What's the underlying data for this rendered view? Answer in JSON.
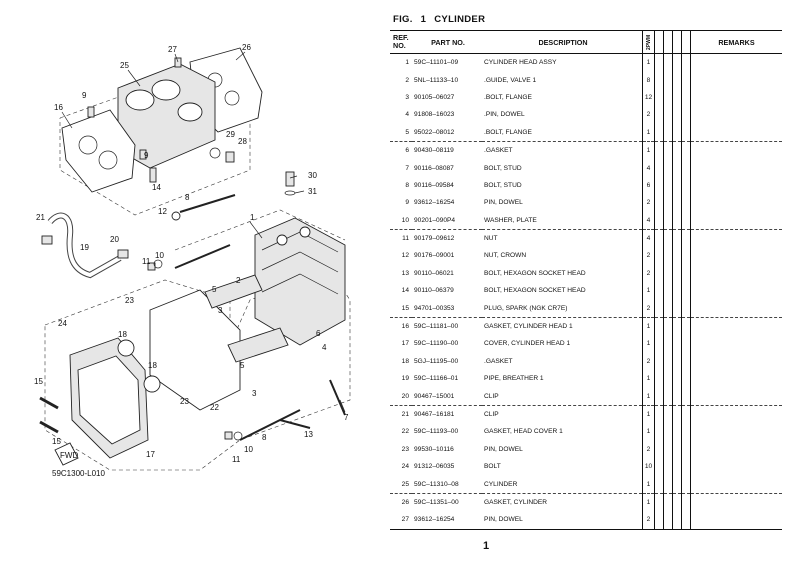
{
  "figure": {
    "prefix": "FIG.",
    "number": "1",
    "title": "CYLINDER"
  },
  "diagram": {
    "code": "59C1300-L010",
    "fwd_label": "FWD",
    "callouts": [
      "27",
      "26",
      "25",
      "9",
      "16",
      "29",
      "28",
      "9",
      "14",
      "30",
      "31",
      "1",
      "8",
      "12",
      "21",
      "19",
      "20",
      "10",
      "11",
      "23",
      "24",
      "2",
      "5",
      "3",
      "18",
      "6",
      "4",
      "18",
      "15",
      "5",
      "3",
      "22",
      "23",
      "8",
      "13",
      "7",
      "15",
      "17",
      "10",
      "11"
    ]
  },
  "table": {
    "headers": {
      "ref": "REF. NO.",
      "part": "PART NO.",
      "desc": "DESCRIPTION",
      "qty": "2PWM",
      "remarks": "REMARKS"
    },
    "rows": [
      {
        "ref": "1",
        "part": "59C–11101–09",
        "desc": "CYLINDER HEAD ASSY",
        "qty": "1"
      },
      {
        "ref": "2",
        "part": "5NL–11133–10",
        "desc": ".GUIDE, VALVE 1",
        "qty": "8"
      },
      {
        "ref": "3",
        "part": "90105–06027",
        "desc": ".BOLT, FLANGE",
        "qty": "12"
      },
      {
        "ref": "4",
        "part": "91808–16023",
        "desc": ".PIN, DOWEL",
        "qty": "2"
      },
      {
        "ref": "5",
        "part": "95022–08012",
        "desc": ".BOLT, FLANGE",
        "qty": "1"
      },
      {
        "ref": "6",
        "part": "90430–08119",
        "desc": ".GASKET",
        "qty": "1"
      },
      {
        "ref": "7",
        "part": "90116–08087",
        "desc": "BOLT, STUD",
        "qty": "4"
      },
      {
        "ref": "8",
        "part": "90116–09584",
        "desc": "BOLT, STUD",
        "qty": "6"
      },
      {
        "ref": "9",
        "part": "93612–16254",
        "desc": "PIN, DOWEL",
        "qty": "2"
      },
      {
        "ref": "10",
        "part": "90201–090P4",
        "desc": "WASHER, PLATE",
        "qty": "4"
      },
      {
        "ref": "11",
        "part": "90179–09612",
        "desc": "NUT",
        "qty": "4"
      },
      {
        "ref": "12",
        "part": "90176–09001",
        "desc": "NUT, CROWN",
        "qty": "2"
      },
      {
        "ref": "13",
        "part": "90110–06021",
        "desc": "BOLT, HEXAGON SOCKET HEAD",
        "qty": "2"
      },
      {
        "ref": "14",
        "part": "90110–06379",
        "desc": "BOLT, HEXAGON SOCKET HEAD",
        "qty": "1"
      },
      {
        "ref": "15",
        "part": "94701–00353",
        "desc": "PLUG, SPARK (NGK CR7E)",
        "qty": "2"
      },
      {
        "ref": "16",
        "part": "59C–11181–00",
        "desc": "GASKET, CYLINDER HEAD 1",
        "qty": "1"
      },
      {
        "ref": "17",
        "part": "59C–11190–00",
        "desc": "COVER, CYLINDER HEAD 1",
        "qty": "1"
      },
      {
        "ref": "18",
        "part": "5GJ–11195–00",
        "desc": ".GASKET",
        "qty": "2"
      },
      {
        "ref": "19",
        "part": "59C–11166–01",
        "desc": "PIPE, BREATHER 1",
        "qty": "1"
      },
      {
        "ref": "20",
        "part": "90467–15001",
        "desc": "CLIP",
        "qty": "1"
      },
      {
        "ref": "21",
        "part": "90467–16181",
        "desc": "CLIP",
        "qty": "1"
      },
      {
        "ref": "22",
        "part": "59C–11193–00",
        "desc": "GASKET, HEAD COVER 1",
        "qty": "1"
      },
      {
        "ref": "23",
        "part": "99530–10116",
        "desc": "PIN, DOWEL",
        "qty": "2"
      },
      {
        "ref": "24",
        "part": "91312–06035",
        "desc": "BOLT",
        "qty": "10"
      },
      {
        "ref": "25",
        "part": "59C–11310–08",
        "desc": "CYLINDER",
        "qty": "1"
      },
      {
        "ref": "26",
        "part": "59C–11351–00",
        "desc": "GASKET, CYLINDER",
        "qty": "1"
      },
      {
        "ref": "27",
        "part": "93612–16254",
        "desc": "PIN, DOWEL",
        "qty": "2"
      }
    ]
  },
  "page_number": "1"
}
